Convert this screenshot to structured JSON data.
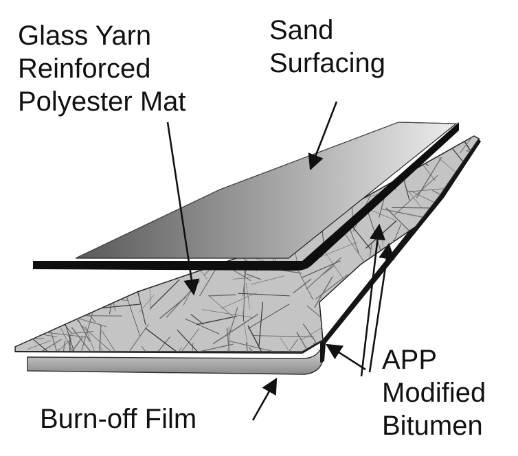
{
  "labels": {
    "mat": [
      "Glass Yarn",
      "Reinforced",
      "Polyester Mat"
    ],
    "sand": [
      "Sand",
      "Surfacing"
    ],
    "app": [
      "APP",
      "Modified",
      "Bitumen"
    ],
    "film": "Burn-off Film"
  },
  "colors": {
    "ink": "#111111",
    "sand_light": "#e6e6e6",
    "sand_dark": "#5f5f5f",
    "mat_base": "#c4c4c4",
    "fiber": "#6c6c6c",
    "bitumen_edge": "#101010",
    "film_light": "#d9d9d9",
    "film_dark": "#8a8a8a"
  }
}
